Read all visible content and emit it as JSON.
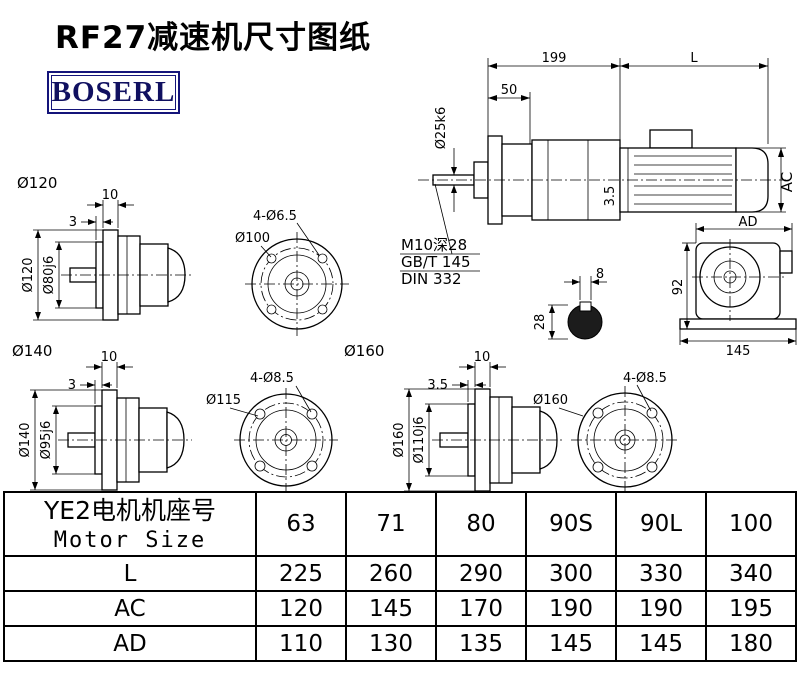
{
  "page": {
    "title": "RF27减速机尺寸图纸",
    "logo": "BOSERL"
  },
  "main_view": {
    "dim_199": "199",
    "dim_L": "L",
    "dim_50": "50",
    "dim_shaft": "Ø25k6",
    "dim_AC": "AC",
    "dim_flange": "3.5",
    "note_m10": "M10深28",
    "note_gbt": "GB/T 145",
    "note_din": "DIN 332"
  },
  "side_view": {
    "dim_AD": "AD",
    "dim_92": "92",
    "dim_145": "145"
  },
  "key_section": {
    "dim_8": "8",
    "dim_28": "28"
  },
  "flange120": {
    "label": "Ø120",
    "dim_10": "10",
    "dim_3": "3",
    "dim_od": "Ø120",
    "dim_spigot": "Ø80j6"
  },
  "front100": {
    "holes": "4-Ø6.5",
    "dia": "Ø100"
  },
  "flange140": {
    "label": "Ø140",
    "dim_10": "10",
    "dim_3": "3",
    "dim_od": "Ø140",
    "dim_spigot": "Ø95j6"
  },
  "front115": {
    "holes": "4-Ø8.5",
    "dia": "Ø115"
  },
  "flange160": {
    "label": "Ø160",
    "dim_10": "10",
    "dim_3": "3.5",
    "dim_od": "Ø160",
    "dim_spigot": "Ø110j6"
  },
  "front160": {
    "holes": "4-Ø8.5",
    "dia": "Ø160"
  },
  "table": {
    "header": {
      "label_line1": "YE2电机机座号",
      "label_line2": "Motor Size",
      "sizes": [
        "63",
        "71",
        "80",
        "90S",
        "90L",
        "100"
      ]
    },
    "rows": [
      {
        "label": "L",
        "values": [
          "225",
          "260",
          "290",
          "300",
          "330",
          "340"
        ]
      },
      {
        "label": "AC",
        "values": [
          "120",
          "145",
          "170",
          "190",
          "190",
          "195"
        ]
      },
      {
        "label": "AD",
        "values": [
          "110",
          "130",
          "135",
          "145",
          "145",
          "180"
        ]
      }
    ]
  }
}
